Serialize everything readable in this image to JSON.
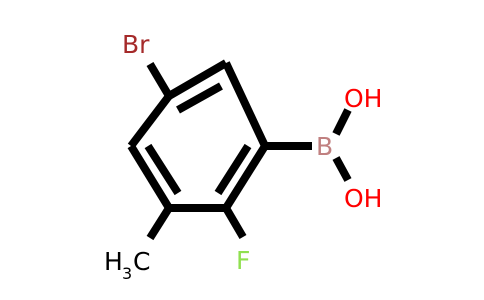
{
  "molecule": {
    "labels": {
      "br": "Br",
      "b": "B",
      "oh_top": "OH",
      "oh_bottom": "OH",
      "f": "F",
      "methyl_h": "H",
      "methyl_sub": "3",
      "methyl_c": "C"
    },
    "colors": {
      "bond": "#000000",
      "bromine": "#a52a2a",
      "boron": "#c08080",
      "oxygen": "#ff0000",
      "fluorine": "#90e050",
      "carbon": "#000000"
    }
  }
}
